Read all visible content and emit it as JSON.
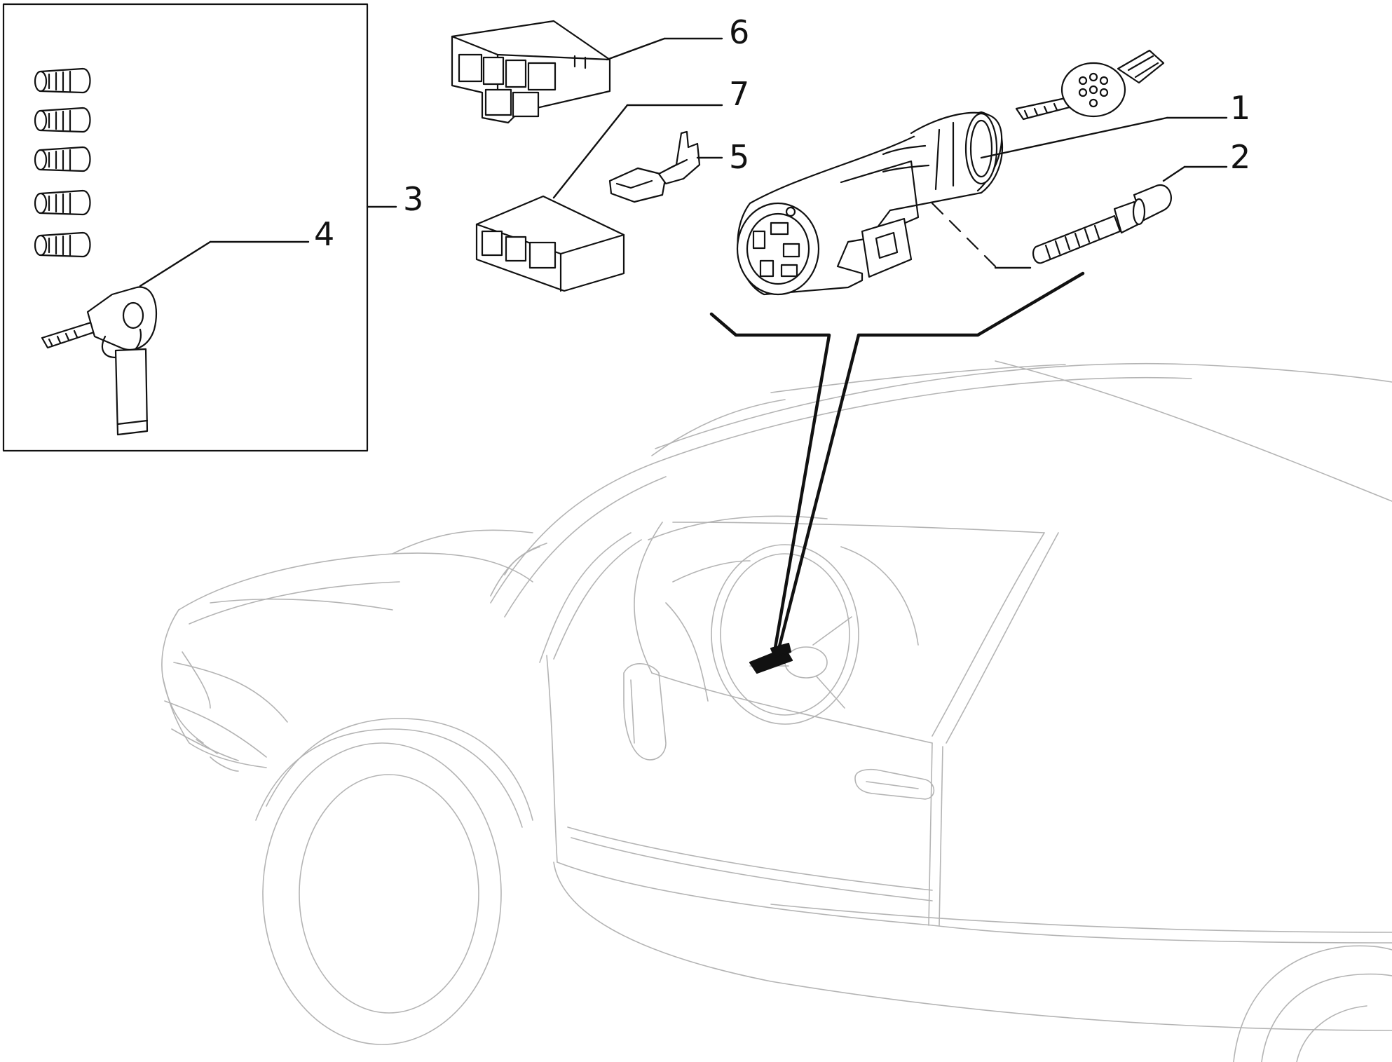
{
  "callouts": {
    "c1": "1",
    "c2": "2",
    "c3": "3",
    "c4": "4",
    "c5": "5",
    "c6": "6",
    "c7": "7"
  },
  "colors": {
    "ink": "#111111",
    "vehicle_outline": "#b4b4b4",
    "background": "#ffffff"
  },
  "icons": [
    "ignition-switch-icon",
    "key-icon",
    "connector-icon",
    "terminal-icon",
    "lock-barrel-icon",
    "bolt-icon",
    "car-outline-icon"
  ]
}
